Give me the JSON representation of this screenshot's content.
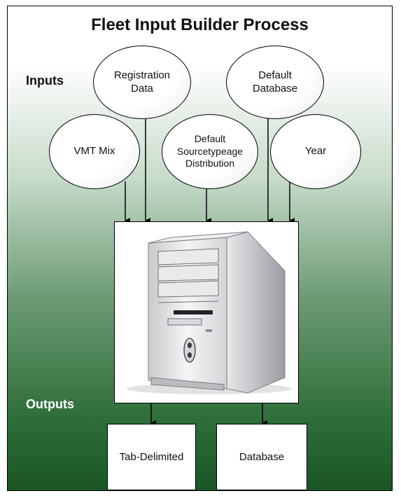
{
  "title": "Fleet Input Builder Process",
  "labels": {
    "inputs": "Inputs",
    "outputs": "Outputs"
  },
  "inputs": {
    "registration_data": "Registration\nData",
    "default_database": "Default\nDatabase",
    "vmt_mix": "VMT Mix",
    "default_sourcetypeage_distribution": "Default\nSourcetypeage\nDistribution",
    "year": "Year"
  },
  "outputs": {
    "tab_delimited": "Tab-Delimited",
    "database": "Database"
  },
  "processor_icon": "desktop-computer-tower-icon",
  "colors": {
    "background_top": "#ffffff",
    "background_bottom": "#1d5e2a",
    "border": "#000000"
  }
}
